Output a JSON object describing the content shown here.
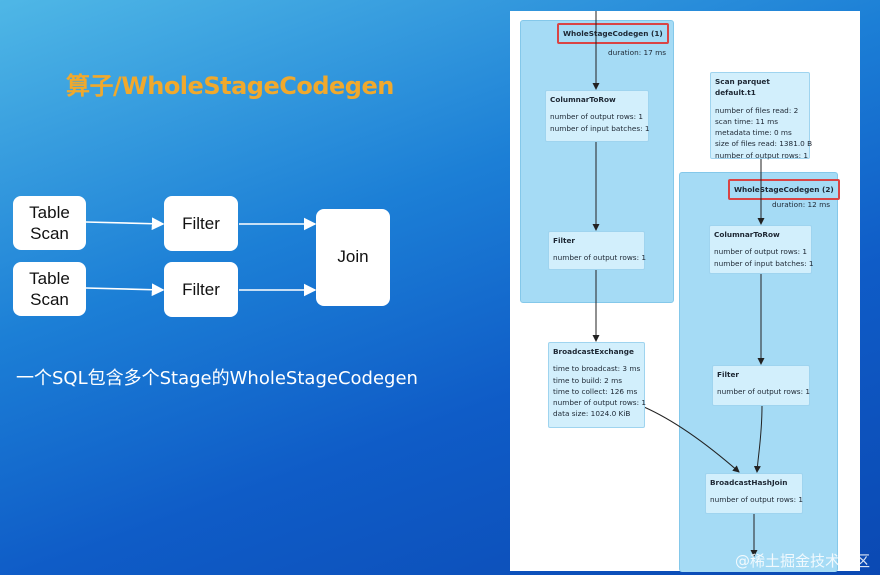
{
  "slide": {
    "title": "算子/WholeStageCodegen",
    "caption": "一个SQL包含多个Stage的WholeStageCodegen",
    "watermark": "@稀土掘金技术社区"
  },
  "flow": {
    "scan1": "Table Scan",
    "scan2": "Table Scan",
    "filter1": "Filter",
    "filter2": "Filter",
    "join": "Join"
  },
  "plan": {
    "stage1": {
      "label": "WholeStageCodegen (1)",
      "duration": "duration: 17 ms"
    },
    "stage2": {
      "label": "WholeStageCodegen (2)",
      "duration": "duration: 12 ms"
    },
    "nodes": {
      "c2r1": {
        "title": "ColumnarToRow",
        "lines": [
          "number of output rows: 1",
          "number of input batches: 1"
        ]
      },
      "filter1": {
        "title": "Filter",
        "lines": [
          "number of output rows: 1"
        ]
      },
      "bcast": {
        "title": "BroadcastExchange",
        "lines": [
          "time to broadcast: 3 ms",
          "time to build: 2 ms",
          "time to collect: 126 ms",
          "number of output rows: 1",
          "data size: 1024.0 KiB"
        ]
      },
      "scan": {
        "title": "Scan parquet default.t1",
        "lines": [
          "number of files read: 2",
          "scan time: 11 ms",
          "metadata time: 0 ms",
          "size of files read: 1381.0 B",
          "number of output rows: 1"
        ]
      },
      "c2r2": {
        "title": "ColumnarToRow",
        "lines": [
          "number of output rows: 1",
          "number of input batches: 1"
        ]
      },
      "filter2": {
        "title": "Filter",
        "lines": [
          "number of output rows: 1"
        ]
      },
      "bhj": {
        "title": "BroadcastHashJoin",
        "lines": [
          "number of output rows: 1"
        ]
      }
    }
  },
  "colors": {
    "title": "#f0a92d",
    "stage_bg": "#a5dbf5",
    "node_bg": "#d2effc",
    "highlight": "#d94444"
  }
}
